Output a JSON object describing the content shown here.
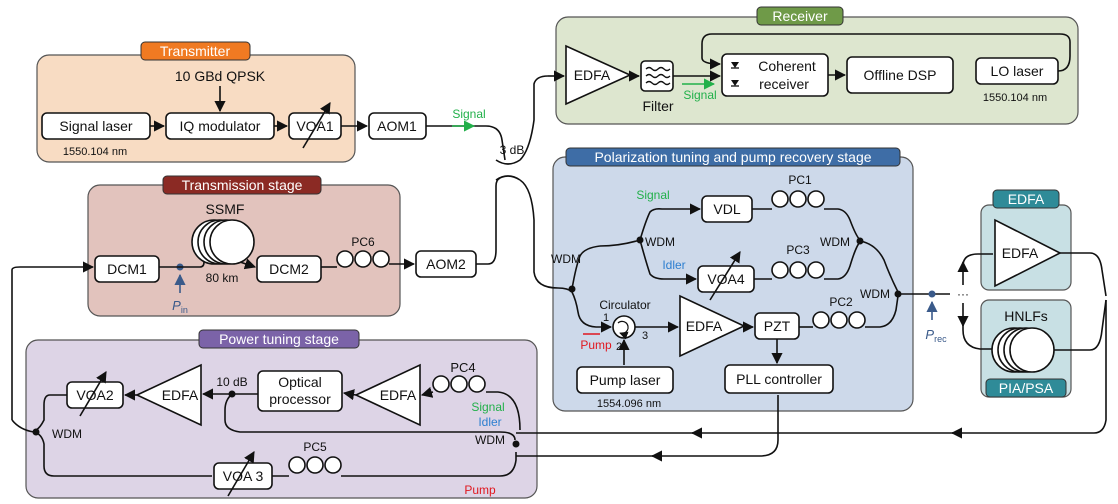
{
  "colors": {
    "transmitter_fill": "#f8dcc3",
    "transmitter_label": "#f07a22",
    "transmission_fill": "#e2c3bd",
    "transmission_label": "#8b2a24",
    "power_fill": "#ddd4e6",
    "power_label": "#7b63a8",
    "receiver_fill": "#dde6cf",
    "receiver_label": "#6f9a48",
    "polarization_fill": "#cdd9ea",
    "polarization_label": "#3e6da6",
    "edfa_fill": "#c8e0e4",
    "edfa_label": "#2f8b98",
    "signal_color": "#22b04a",
    "idler_color": "#2d7fd0",
    "pump_color": "#e0171f",
    "probe_color": "#3a5a8a"
  },
  "stages": {
    "transmitter": "Transmitter",
    "transmission": "Transmission stage",
    "power_tuning": "Power tuning stage",
    "receiver": "Receiver",
    "polarization": "Polarization tuning and pump recovery stage",
    "edfa_box": "EDFA",
    "pia_psa": "PIA/PSA"
  },
  "components": {
    "signal_laser": "Signal laser",
    "signal_laser_wl": "1550.104 nm",
    "qpsk": "10 GBd QPSK",
    "iq_modulator": "IQ modulator",
    "voa1": "VOA1",
    "aom1": "AOM1",
    "ssmf": "SSMF",
    "ssmf_len": "80 km",
    "dcm1": "DCM1",
    "dcm2": "DCM2",
    "pc6": "PC6",
    "aom2": "AOM2",
    "voa2": "VOA2",
    "edfa": "EDFA",
    "ten_db": "10 dB",
    "optical_processor_1": "Optical",
    "optical_processor_2": "processor",
    "pc4": "PC4",
    "pc5": "PC5",
    "voa3": "VOA 3",
    "wdm": "WDM",
    "three_db": "3 dB",
    "filter": "Filter",
    "coherent_1": "Coherent",
    "coherent_2": "receiver",
    "offline_dsp": "Offline DSP",
    "lo_laser": "LO laser",
    "lo_laser_wl": "1550.104 nm",
    "vdl": "VDL",
    "pc1": "PC1",
    "pc2": "PC2",
    "pc3": "PC3",
    "voa4": "VOA4",
    "circulator": "Circulator",
    "port1": "1",
    "port2": "2",
    "port3": "3",
    "pzt": "PZT",
    "pump_laser": "Pump laser",
    "pump_wl": "1554.096 nm",
    "pll": "PLL controller",
    "hnlfs": "HNLFs",
    "signal": "Signal",
    "idler": "Idler",
    "pump": "Pump",
    "p": "P",
    "p_in_sub": "in",
    "p_rec_sub": "rec"
  }
}
